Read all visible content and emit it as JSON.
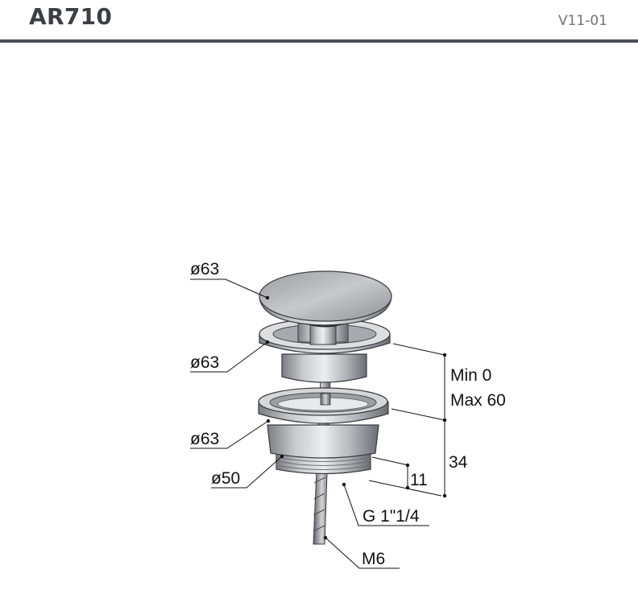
{
  "header": {
    "title": "AR710",
    "version": "V11-01"
  },
  "labels": {
    "cap_diameter": "ø63",
    "flange_diameter": "ø63",
    "ring_diameter": "ø63",
    "body_diameter": "ø50",
    "height_range_min": "Min 0",
    "height_range_max": "Max 60",
    "overall_height": "34",
    "thread_length": "11",
    "thread_size": "G 1\"1/4",
    "rod_thread": "M6"
  },
  "colors": {
    "header_text": "#3b3f44",
    "rule": "#4a4f54",
    "metal_dark": "#6d7176",
    "metal_light": "#d9dbdd"
  }
}
